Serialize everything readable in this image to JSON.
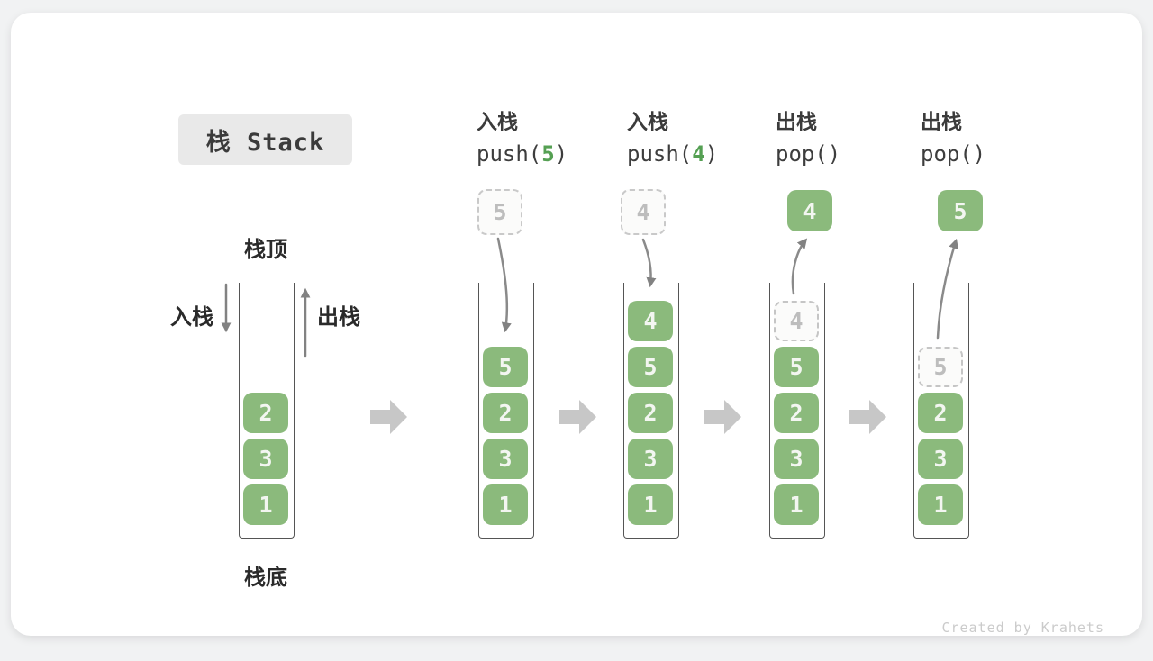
{
  "title": {
    "label": "栈 Stack"
  },
  "legend": {
    "stack_top": "栈顶",
    "stack_bottom": "栈底",
    "push_side": "入栈",
    "pop_side": "出栈"
  },
  "watermark": "Created by Krahets",
  "colors": {
    "element_green": "#8BBA7C",
    "code_arg_green": "#55A053",
    "arrow_gray": "#8A8A8A",
    "block_arrow_gray": "#C7C7C7",
    "badge_bg": "#E9E9E9",
    "text_dark": "#3B3B3B"
  },
  "stages": [
    {
      "name": "initial",
      "items": [
        {
          "value": "2"
        },
        {
          "value": "3"
        },
        {
          "value": "1"
        }
      ]
    },
    {
      "name": "push-5",
      "header": {
        "label": "入栈",
        "code_before": "push(",
        "code_arg": "5",
        "code_after": ")"
      },
      "floating": {
        "value": "5",
        "style": "dashed"
      },
      "items": [
        {
          "value": "5"
        },
        {
          "value": "2"
        },
        {
          "value": "3"
        },
        {
          "value": "1"
        }
      ]
    },
    {
      "name": "push-4",
      "header": {
        "label": "入栈",
        "code_before": "push(",
        "code_arg": "4",
        "code_after": ")"
      },
      "floating": {
        "value": "4",
        "style": "dashed"
      },
      "items": [
        {
          "value": "4"
        },
        {
          "value": "5"
        },
        {
          "value": "2"
        },
        {
          "value": "3"
        },
        {
          "value": "1"
        }
      ]
    },
    {
      "name": "pop-4",
      "header": {
        "label": "出栈",
        "code_before": "pop(",
        "code_arg": "",
        "code_after": ")"
      },
      "floating": {
        "value": "4",
        "style": "solid"
      },
      "items": [
        {
          "value": "4",
          "ghost": true
        },
        {
          "value": "5"
        },
        {
          "value": "2"
        },
        {
          "value": "3"
        },
        {
          "value": "1"
        }
      ]
    },
    {
      "name": "pop-5",
      "header": {
        "label": "出栈",
        "code_before": "pop(",
        "code_arg": "",
        "code_after": ")"
      },
      "floating": {
        "value": "5",
        "style": "solid"
      },
      "items": [
        {
          "value": "5",
          "ghost": true
        },
        {
          "value": "2"
        },
        {
          "value": "3"
        },
        {
          "value": "1"
        }
      ]
    }
  ]
}
